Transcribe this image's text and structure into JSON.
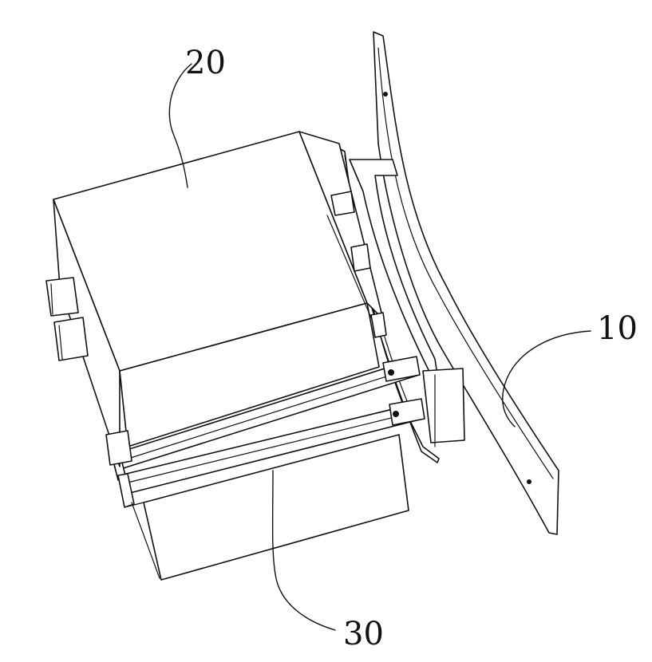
{
  "figure": {
    "labels": {
      "housing": "20",
      "curved_plate": "10",
      "lower_box": "30"
    }
  }
}
